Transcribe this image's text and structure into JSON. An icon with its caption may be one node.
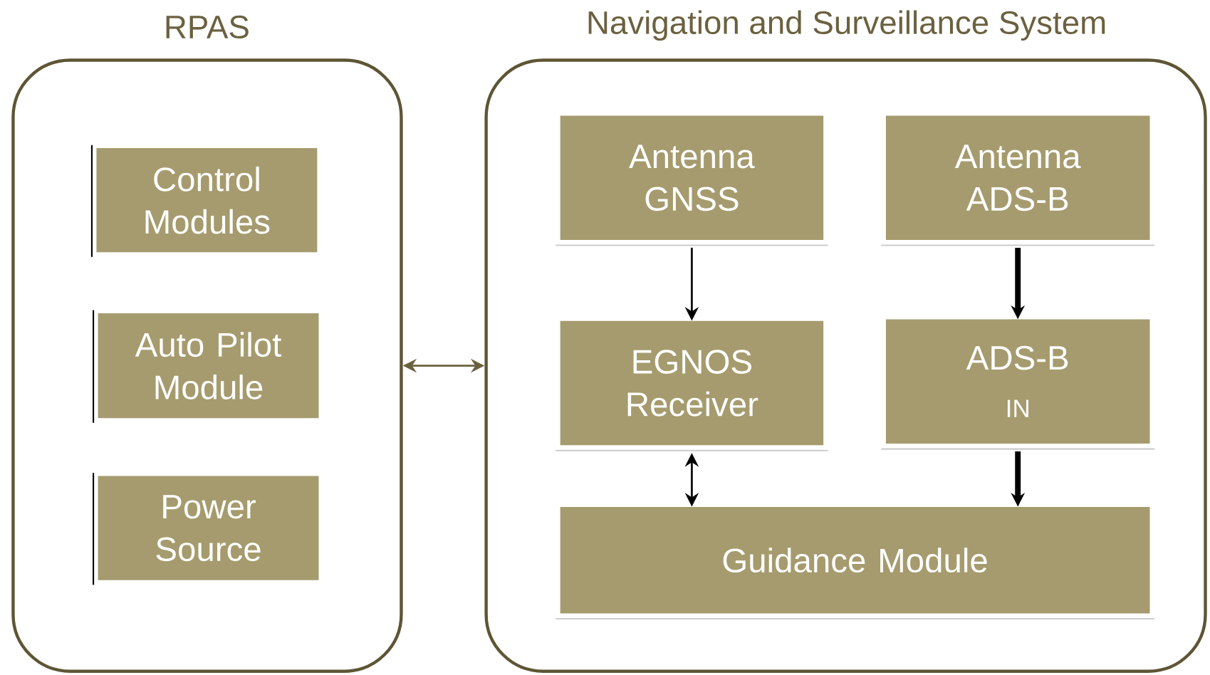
{
  "diagram": {
    "nodes": [
      {
        "text": [
          "RPAS"
        ]
      },
      {
        "text": [
          "Control Modules"
        ],
        "in": 0
      },
      {
        "text": [
          "Auto Pilot Module"
        ],
        "in": 0
      },
      {
        "text": [
          "Power Source"
        ],
        "in": 0
      },
      {
        "text": [
          "Navigation and Surveillance System"
        ]
      },
      {
        "text": [
          "Antenna GNSS"
        ],
        "in": 4
      },
      {
        "text": [
          "Antenna ADS-B"
        ],
        "in": 4
      },
      {
        "text": [
          "EGNOS Receiver"
        ],
        "in": 4
      },
      {
        "text": [
          "ADS-B",
          "IN"
        ],
        "in": 4
      },
      {
        "text": [
          "Guidance Module"
        ],
        "in": 4
      }
    ],
    "edges": [
      {
        "from": 0,
        "to": 4,
        "arrow": "both",
        "color": "#6b6140"
      },
      {
        "from": 5,
        "to": 7,
        "arrow": "to"
      },
      {
        "from": 6,
        "to": 8,
        "arrow": "to",
        "style": "thick"
      },
      {
        "from": 7,
        "to": 9,
        "arrow": "both"
      },
      {
        "from": 8,
        "to": 9,
        "arrow": "to",
        "style": "thick"
      }
    ]
  }
}
